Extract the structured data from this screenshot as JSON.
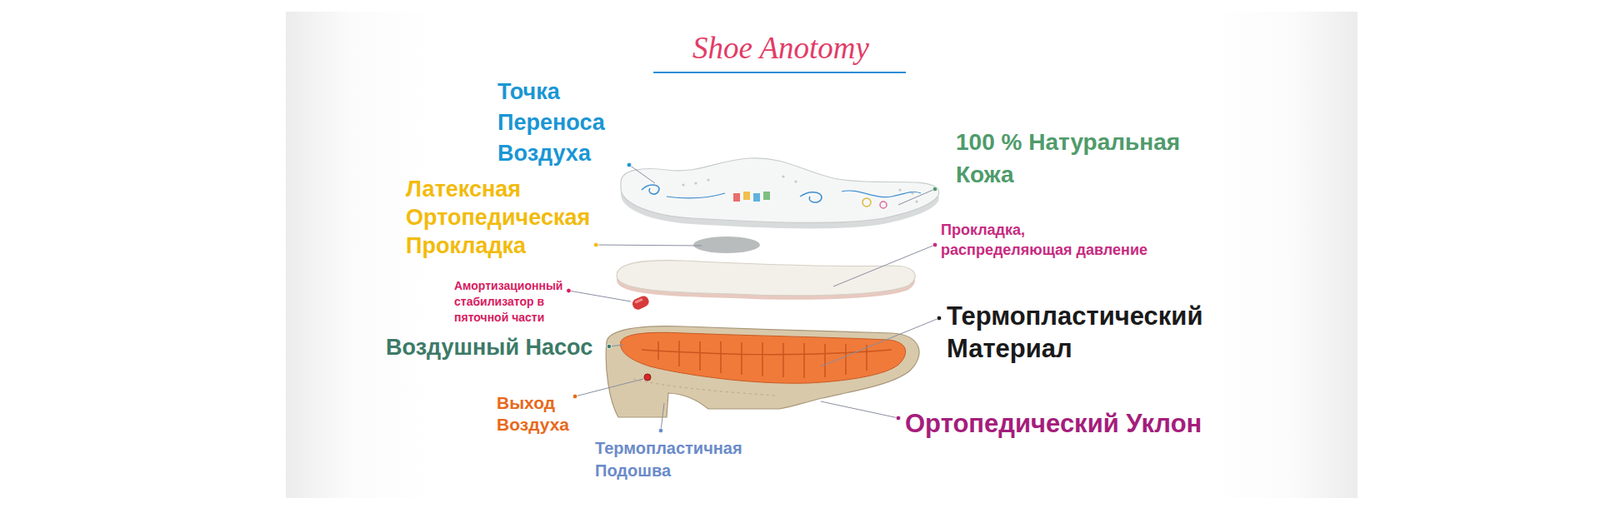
{
  "diagram": {
    "title": "Shoe Anotomy",
    "labels": [
      "Точка Переноса Воздуха",
      "100 % Натуральная Кожа",
      "Латексная Ортопедическая Прокладка",
      "Прокладка, распределяющая давление",
      "Амортизационный стабилизатор в пяточной части",
      "Термопластический Материал",
      "Воздушный Насос",
      "Выход Воздуха",
      "Ортопедический Уклон",
      "Термопластичная Подошва"
    ]
  }
}
